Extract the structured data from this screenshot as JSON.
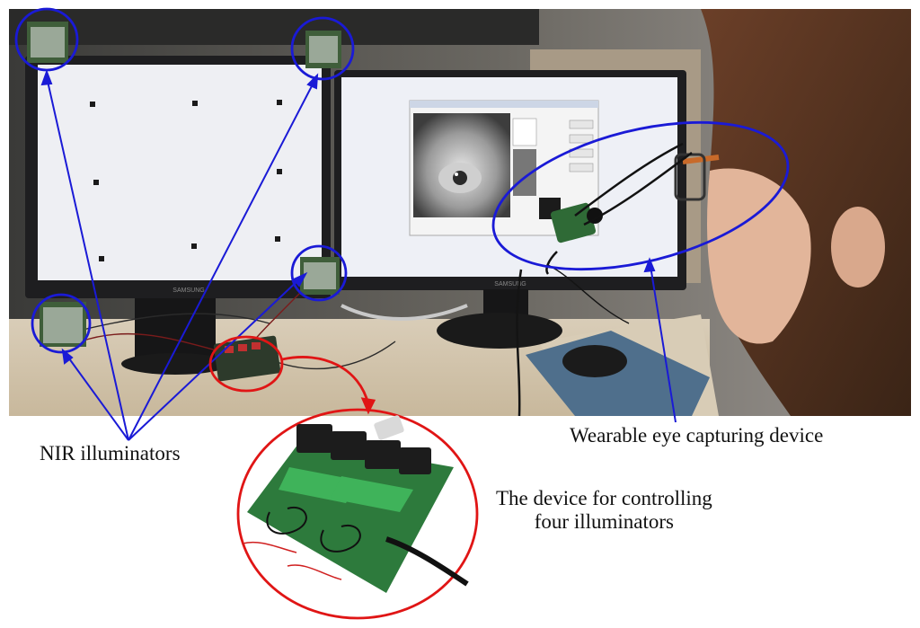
{
  "labels": {
    "nir_illuminators": "NIR illuminators",
    "wearable_device": "Wearable eye capturing device",
    "controller_line1": "The device for controlling",
    "controller_line2": "four illuminators"
  },
  "monitor_brand": "SAMSUNG",
  "colors": {
    "annotation_blue": "#1a1ad6",
    "annotation_red": "#e01515",
    "screen": "#eeeff3",
    "pcb_green": "#2d7a3c"
  }
}
